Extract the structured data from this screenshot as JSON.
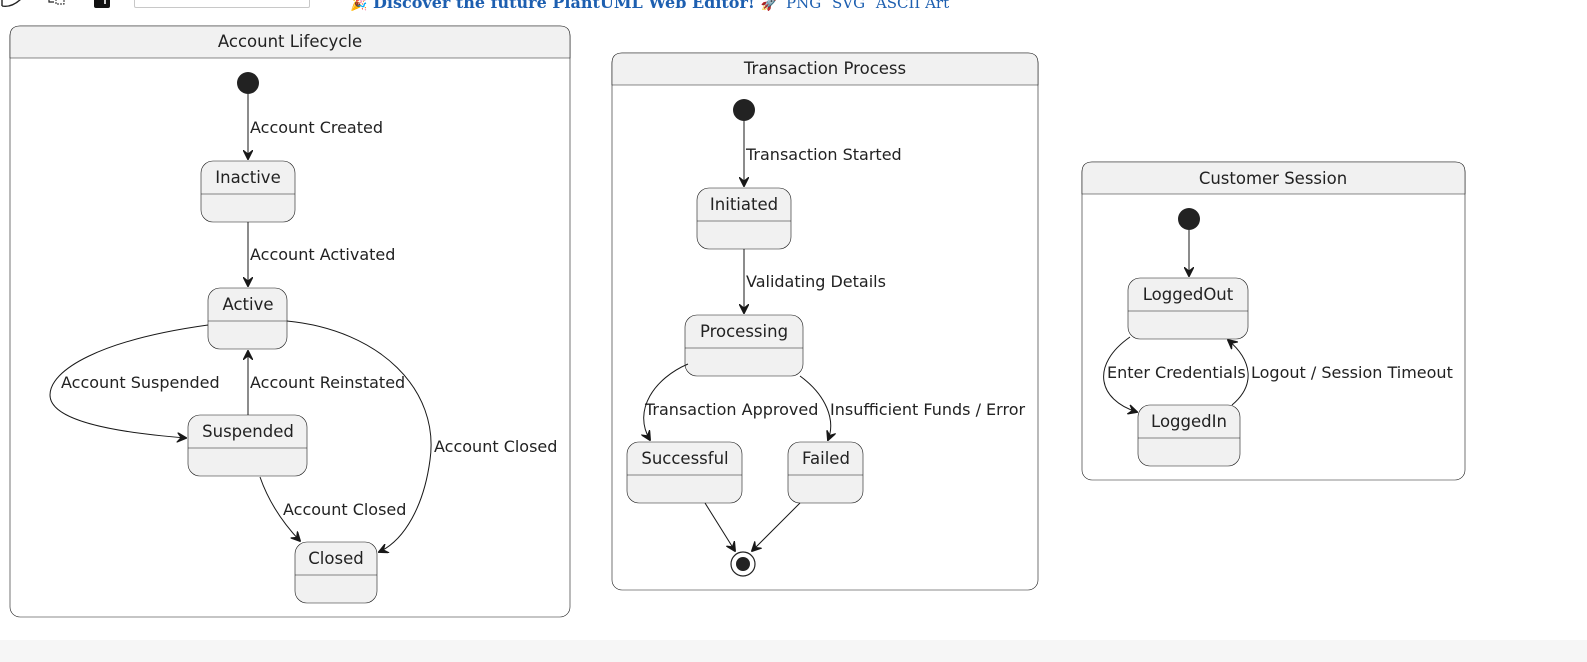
{
  "toolbar": {
    "banner_text": "Discover the future PlantUML Web Editor!",
    "formats": [
      "PNG",
      "SVG",
      "ASCII Art"
    ],
    "search_value": ""
  },
  "diagram": {
    "groups": [
      {
        "title": "Account Lifecycle",
        "states": [
          "Inactive",
          "Active",
          "Suspended",
          "Closed"
        ],
        "transitions": [
          {
            "from": "[*]",
            "to": "Inactive",
            "label": "Account Created"
          },
          {
            "from": "Inactive",
            "to": "Active",
            "label": "Account Activated"
          },
          {
            "from": "Active",
            "to": "Suspended",
            "label": "Account Suspended"
          },
          {
            "from": "Suspended",
            "to": "Active",
            "label": "Account Reinstated"
          },
          {
            "from": "Active",
            "to": "Closed",
            "label": "Account Closed"
          },
          {
            "from": "Suspended",
            "to": "Closed",
            "label": "Account Closed"
          }
        ]
      },
      {
        "title": "Transaction Process",
        "states": [
          "Initiated",
          "Processing",
          "Successful",
          "Failed"
        ],
        "transitions": [
          {
            "from": "[*]",
            "to": "Initiated",
            "label": "Transaction Started"
          },
          {
            "from": "Initiated",
            "to": "Processing",
            "label": "Validating Details"
          },
          {
            "from": "Processing",
            "to": "Successful",
            "label": "Transaction Approved"
          },
          {
            "from": "Processing",
            "to": "Failed",
            "label": "Insufficient Funds / Error"
          },
          {
            "from": "Successful",
            "to": "[*]",
            "label": ""
          },
          {
            "from": "Failed",
            "to": "[*]",
            "label": ""
          }
        ]
      },
      {
        "title": "Customer Session",
        "states": [
          "LoggedOut",
          "LoggedIn"
        ],
        "transitions": [
          {
            "from": "[*]",
            "to": "LoggedOut",
            "label": ""
          },
          {
            "from": "LoggedOut",
            "to": "LoggedIn",
            "label": "Enter Credentials"
          },
          {
            "from": "LoggedIn",
            "to": "LoggedOut",
            "label": "Logout / Session Timeout"
          }
        ]
      }
    ]
  }
}
